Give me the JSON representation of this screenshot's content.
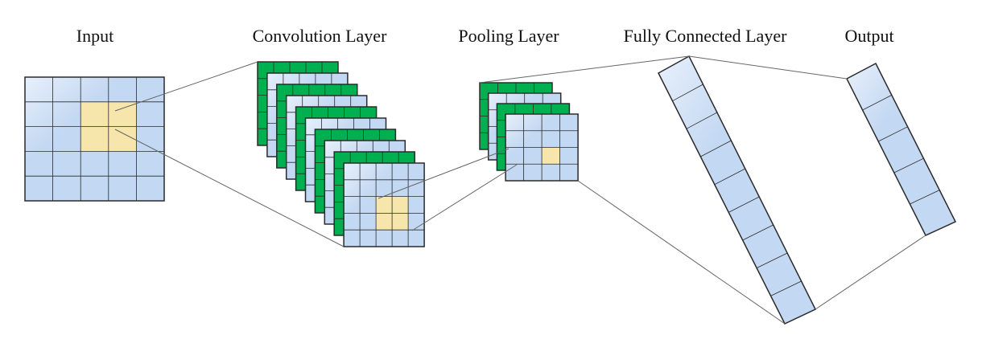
{
  "labels": {
    "input": "Input",
    "convolution": "Convolution Layer",
    "pooling": "Pooling Layer",
    "fully_connected": "Fully Connected Layer",
    "output": "Output"
  },
  "structure": {
    "input_grid": 5,
    "conv_sheets": 10,
    "conv_grid": 5,
    "pool_sheets": 4,
    "pool_grid": 4,
    "fc_cells": 9,
    "output_cells": 5
  },
  "colors": {
    "cell_blue": "#c3d8f2",
    "cell_blue_light": "#e8f0fb",
    "feature_green": "#00b050",
    "highlight": "#f6e6ac",
    "grid_line": "#2a2a2a"
  }
}
